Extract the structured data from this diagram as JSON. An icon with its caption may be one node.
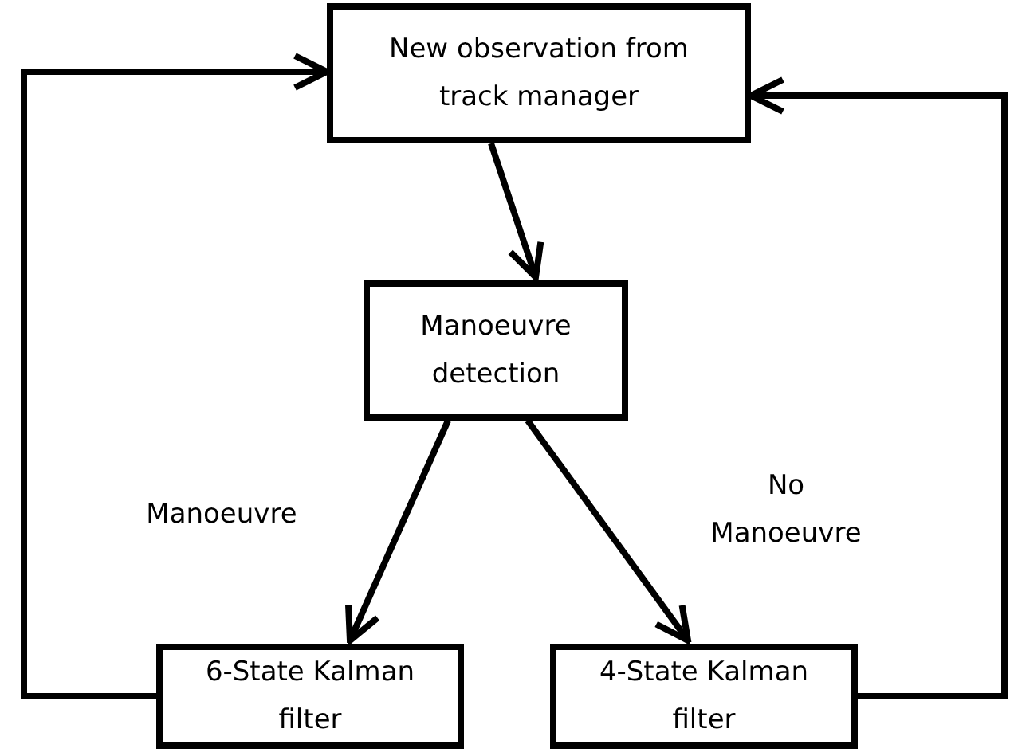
{
  "diagram": {
    "nodes": [
      {
        "text": [
          "New observation from track manager"
        ]
      },
      {
        "text": [
          "Manoeuvre detection"
        ]
      },
      {
        "text": [
          "6-State Kalman filter"
        ]
      },
      {
        "text": [
          "4-State Kalman filter"
        ]
      }
    ],
    "edges": [
      {
        "from": 0,
        "to": 1,
        "arrow": "to"
      },
      {
        "from": 1,
        "to": 2,
        "arrow": "to",
        "label": "Manoeuvre"
      },
      {
        "from": 1,
        "to": 3,
        "arrow": "to",
        "label": "No Manoeuvre"
      },
      {
        "from": 2,
        "to": 0,
        "arrow": "to"
      },
      {
        "from": 3,
        "to": 0,
        "arrow": "to"
      }
    ]
  }
}
